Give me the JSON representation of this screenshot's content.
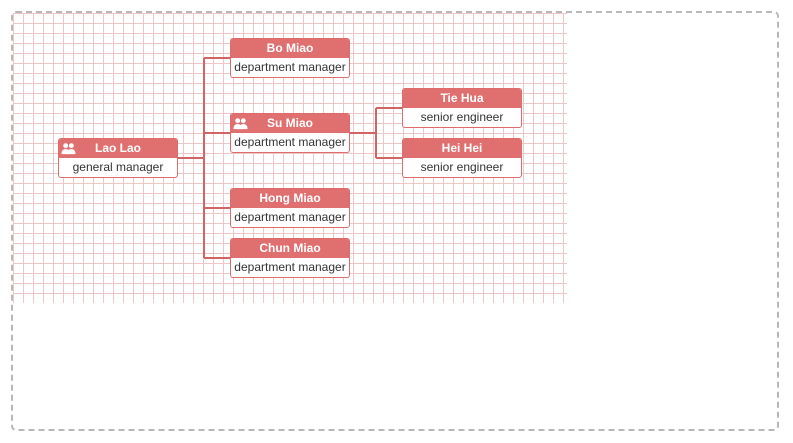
{
  "chart": {
    "nodes": [
      {
        "id": "lao-lao",
        "name": "Lao Lao",
        "title": "general manager",
        "icon": "users-icon"
      },
      {
        "id": "bo-miao",
        "name": "Bo Miao",
        "title": "department manager",
        "icon": null
      },
      {
        "id": "su-miao",
        "name": "Su Miao",
        "title": "department manager",
        "icon": "users-icon"
      },
      {
        "id": "hong-miao",
        "name": "Hong Miao",
        "title": "department manager",
        "icon": null
      },
      {
        "id": "chun-miao",
        "name": "Chun Miao",
        "title": "department manager",
        "icon": null
      },
      {
        "id": "tie-hua",
        "name": "Tie Hua",
        "title": "senior engineer",
        "icon": null
      },
      {
        "id": "hei-hei",
        "name": "Hei Hei",
        "title": "senior engineer",
        "icon": null
      }
    ],
    "edges": [
      [
        "lao-lao",
        "bo-miao"
      ],
      [
        "lao-lao",
        "su-miao"
      ],
      [
        "lao-lao",
        "hong-miao"
      ],
      [
        "lao-lao",
        "chun-miao"
      ],
      [
        "su-miao",
        "tie-hua"
      ],
      [
        "su-miao",
        "hei-hei"
      ]
    ],
    "colors": {
      "header": "#e07070",
      "border": "#df6b6b",
      "link": "#d26464",
      "grid": "#edc7c7"
    }
  }
}
